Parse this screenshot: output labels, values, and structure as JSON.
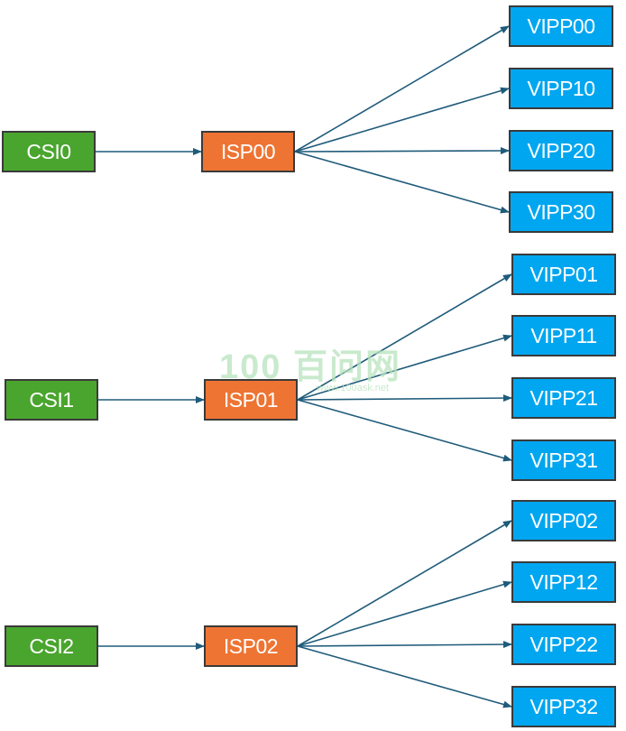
{
  "colors": {
    "csi": "#4aa52e",
    "isp": "#ee7433",
    "vipp": "#00a6f0",
    "edge": "#1f5b7a"
  },
  "nodes": {
    "csi0": "CSI0",
    "csi1": "CSI1",
    "csi2": "CSI2",
    "isp00": "ISP00",
    "isp01": "ISP01",
    "isp02": "ISP02",
    "vipp00": "VIPP00",
    "vipp10": "VIPP10",
    "vipp20": "VIPP20",
    "vipp30": "VIPP30",
    "vipp01": "VIPP01",
    "vipp11": "VIPP11",
    "vipp21": "VIPP21",
    "vipp31": "VIPP31",
    "vipp02": "VIPP02",
    "vipp12": "VIPP12",
    "vipp22": "VIPP22",
    "vipp32": "VIPP32"
  },
  "edges": [
    [
      "csi0",
      "isp00"
    ],
    [
      "csi1",
      "isp01"
    ],
    [
      "csi2",
      "isp02"
    ],
    [
      "isp00",
      "vipp00"
    ],
    [
      "isp00",
      "vipp10"
    ],
    [
      "isp00",
      "vipp20"
    ],
    [
      "isp00",
      "vipp30"
    ],
    [
      "isp01",
      "vipp01"
    ],
    [
      "isp01",
      "vipp11"
    ],
    [
      "isp01",
      "vipp21"
    ],
    [
      "isp01",
      "vipp31"
    ],
    [
      "isp02",
      "vipp02"
    ],
    [
      "isp02",
      "vipp12"
    ],
    [
      "isp02",
      "vipp22"
    ],
    [
      "isp02",
      "vipp32"
    ]
  ],
  "watermark": {
    "main": "100 百问网",
    "sub": "www.100ask.net"
  }
}
